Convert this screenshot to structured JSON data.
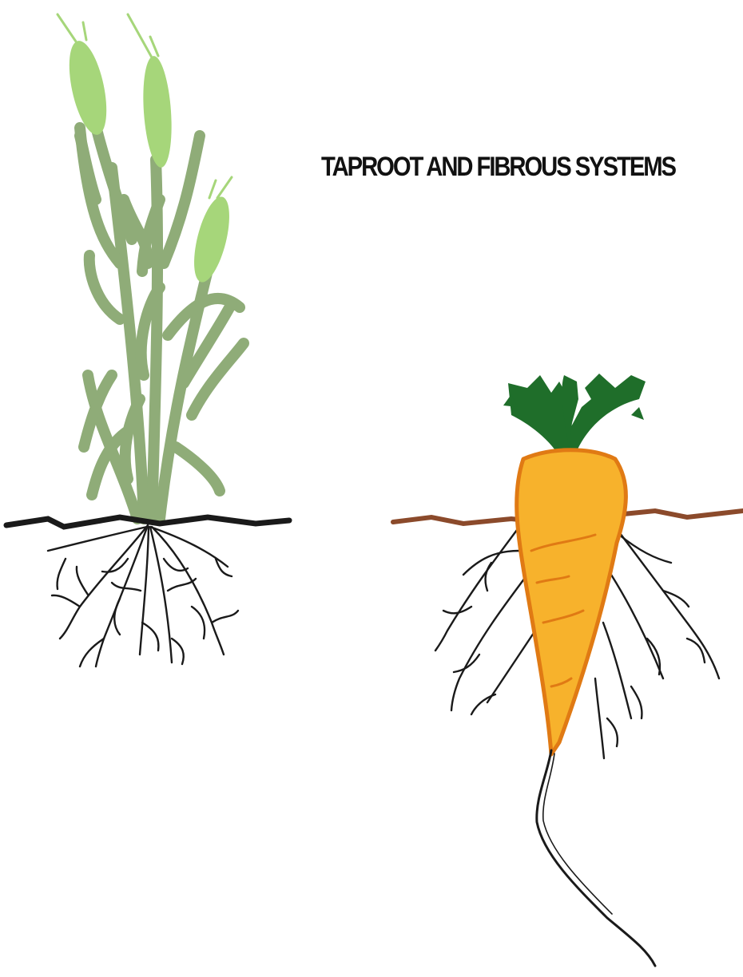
{
  "title": "TAPROOT AND FIBROUS SYSTEMS",
  "colors": {
    "grass_stem": "#8fac78",
    "grass_head": "#a6d67a",
    "soil_left": "#1a1a1a",
    "soil_right": "#8b4a2b",
    "root": "#1a1a1a",
    "carrot_fill": "#f7b22c",
    "carrot_edge": "#e07a14",
    "carrot_leaves": "#1f6e2a"
  },
  "illustrations": [
    {
      "name": "fibrous-root-plant",
      "icon": "grass-plant-icon"
    },
    {
      "name": "taproot-plant",
      "icon": "carrot-icon"
    }
  ]
}
